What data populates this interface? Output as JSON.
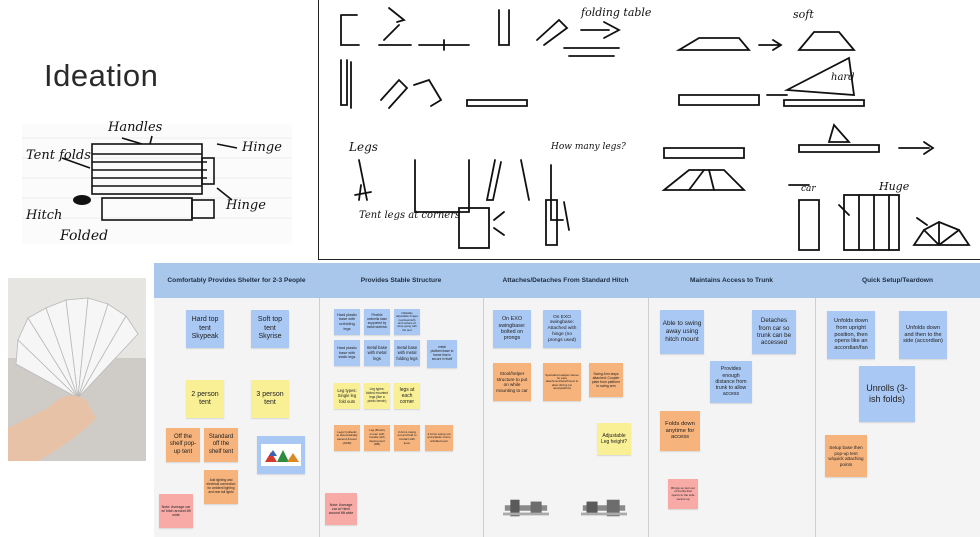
{
  "title": "Ideation",
  "sketch_labels": {
    "handles": "Handles",
    "tent_folds": "Tent folds",
    "hinge": "Hinge",
    "hitch": "Hitch",
    "hinge2": "Hinge",
    "folded": "Folded",
    "folding_table": "folding table",
    "legs": "Legs",
    "how_many_legs": "How many legs?",
    "tent_legs_corners": "Tent legs at corners",
    "soft": "soft",
    "hard": "hard",
    "car": "car",
    "huge": "Huge"
  },
  "columns": [
    {
      "header": "Comfortably Provides Shelter for 2-3 People"
    },
    {
      "header": "Provides Stable Structure"
    },
    {
      "header": "Attaches/Detaches From Standard Hitch"
    },
    {
      "header": "Maintains Access to Trunk"
    },
    {
      "header": "Quick Setup/Teardown"
    }
  ],
  "notes": {
    "c1": [
      "Hard top tent Skypeak",
      "Soft top tent Skyrise",
      "2 person tent",
      "3 person tent",
      "Off the shelf pop-up tent",
      "Standard off the shelf tent",
      "Add lighting and electrical connection for ambient lighting and rear tail lights",
      "Note: Average car w/ hitch around 6ft wide"
    ],
    "c2": [
      "Hard plastic base with unfolding legs",
      "Flexible umbrella base supported by metal skeleton",
      "Inflatable adjustable hinges (up/down/left) and surface w/ strap going with the tent",
      "Hard plastic base with static legs",
      "metal base with metal legs",
      "metal base with metal folding legs",
      "metal platform/base to frame that is secure in itself",
      "Leg types: Single leg fold outs",
      "Leg types: folded mounted legs (like a picnic bench)",
      "legs at each corner",
      "Legs hydraulic to automatically ascend & lever (ARM)",
      "Leg (Brush) corner with handle with deployment (RB)",
      "2 Arms swing out and fold to contact with lever",
      "2 Arms swing out and plastic mat is unfolded over",
      "Note: Average car w/ hitch around 6ft wide"
    ],
    "c3": [
      "On EXO swingbase: bolted on prongs",
      "On EXO swingbase: Attached with hinge (no prongs used)",
      "Stool/helper structure to put on while mounting to car",
      "Specialized adapter sleeve for easy attachment/detachment to allow driving (no ramp/platform)",
      "Swing Arm stays attached; Coupler plate from platform to swing arm",
      "Adjustable Leg height?"
    ],
    "c4": [
      "Able to swing away using hitch mount",
      "Detaches from car so trunk can be accessed",
      "Provides enough distance from trunk to allow access",
      "Folds down anytime for access",
      "Brings up tent out of trunks that opens to the side versus up"
    ],
    "c5": [
      "Unfolds down from upright position, then opens like an accordian/fan",
      "Unfolds down and then to the side (accordian)",
      "Unrolls (3-ish folds)",
      "Setup base then pop-up tent w/quick attaching points"
    ]
  }
}
